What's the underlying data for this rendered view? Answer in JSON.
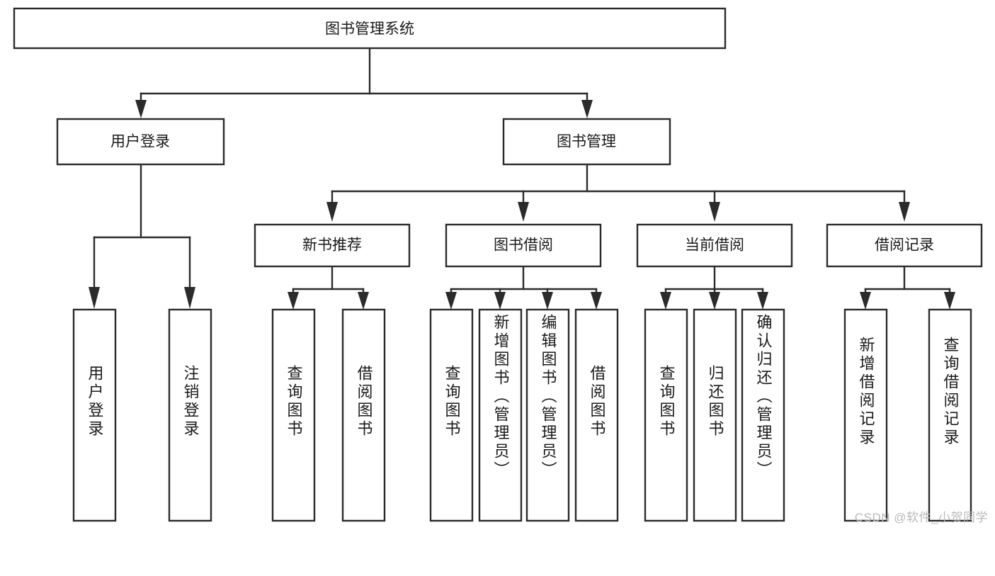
{
  "diagram": {
    "type": "tree-hierarchy",
    "title": "图书管理系统",
    "orientation": "top-down",
    "colors": {
      "box_stroke": "#2b2b2b",
      "box_fill": "#ffffff",
      "text": "#1a1a1a",
      "connector": "#2b2b2b",
      "background": "#ffffff",
      "watermark": "#b9b9b9"
    },
    "root": {
      "label": "图书管理系统"
    },
    "level2": [
      {
        "label": "用户登录"
      },
      {
        "label": "图书管理"
      }
    ],
    "level3": [
      {
        "label": "新书推荐"
      },
      {
        "label": "图书借阅"
      },
      {
        "label": "当前借阅"
      },
      {
        "label": "借阅记录"
      }
    ],
    "leaves": {
      "user_login": [
        {
          "label": "用户登录"
        },
        {
          "label": "注销登录"
        }
      ],
      "new_book_recommend": [
        {
          "label": "查询图书"
        },
        {
          "label": "借阅图书"
        }
      ],
      "book_borrow": [
        {
          "label": "查询图书"
        },
        {
          "label": "新增图书（管理员）"
        },
        {
          "label": "编辑图书（管理员）"
        },
        {
          "label": "借阅图书"
        }
      ],
      "current_borrow": [
        {
          "label": "查询图书"
        },
        {
          "label": "归还图书"
        },
        {
          "label": "确认归还（管理员）"
        }
      ],
      "borrow_record": [
        {
          "label": "新增借阅记录"
        },
        {
          "label": "查询借阅记录"
        }
      ]
    }
  },
  "watermark": {
    "text": "CSDN @软件_小贺同学"
  }
}
